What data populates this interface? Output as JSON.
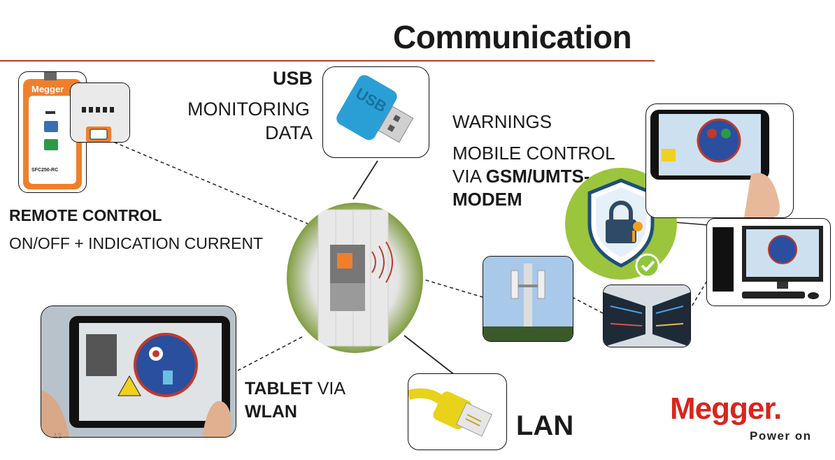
{
  "slide": {
    "title": "Communication",
    "page_number": "12"
  },
  "usb": {
    "heading": "USB",
    "line1": "MONITORING",
    "line2": "DATA",
    "icon_text": "USB"
  },
  "remote": {
    "heading": "REMOTE CONTROL",
    "subtext": "ON/OFF + INDICATION CURRENT",
    "device_brand": "Megger",
    "device_model": "SFC250-RC"
  },
  "mobile": {
    "warnings": "WARNINGS",
    "line1": "MOBILE CONTROL",
    "via": "VIA ",
    "gsm": "GSM/UMTS-",
    "modem": "MODEM"
  },
  "tablet": {
    "heading": "TABLET",
    "via": " VIA",
    "wlan": "WLAN"
  },
  "lan": {
    "label": "LAN"
  },
  "brand": {
    "logo": "Megger.",
    "tagline": "Power on",
    "color": "#d7261e"
  },
  "colors": {
    "accent_red": "#c0392b",
    "shield_green": "#9bc53d",
    "usb_blue": "#2a9fd6",
    "lan_yellow": "#e8d21a"
  }
}
